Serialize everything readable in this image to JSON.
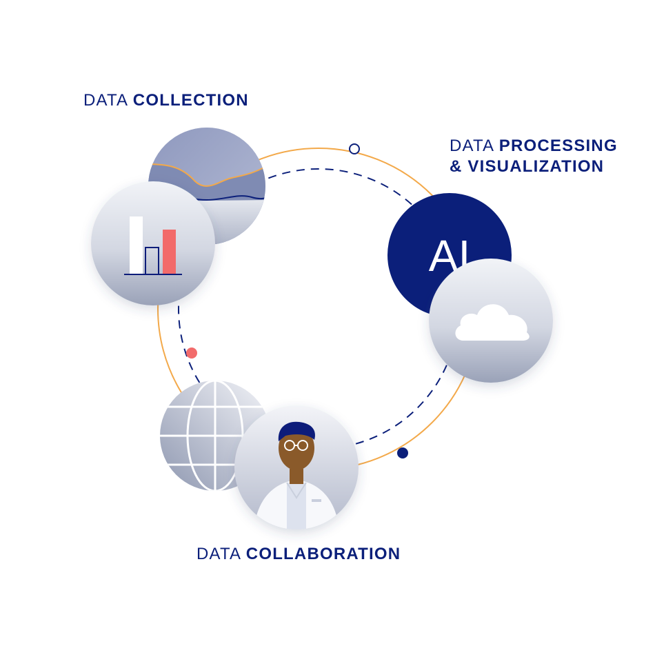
{
  "colors": {
    "navy": "#0b1f7a",
    "orange": "#f3a94a",
    "coral": "#f26b6b",
    "grey_light": "#eef0f4",
    "grey_dark": "#9aa2b8",
    "globe_dark": "#8e97b0",
    "wave_fill": "#7f8bb3",
    "skin": "#8a5a2b",
    "coat": "#f7f8fb"
  },
  "labels": {
    "collection": {
      "light": "DATA ",
      "bold": "COLLECTION"
    },
    "processing": {
      "light": "DATA ",
      "bold_1": "PROCESSING",
      "line_2": "& VISUALIZATION"
    },
    "collaboration": {
      "light": "DATA ",
      "bold": "COLLABORATION"
    }
  },
  "nodes": {
    "ai_text": "AI"
  },
  "icons": {
    "collection": [
      "wave-chart-icon",
      "bar-chart-icon"
    ],
    "processing": [
      "ai-badge-icon",
      "cloud-icon"
    ],
    "collaboration": [
      "globe-icon",
      "scientist-avatar-icon"
    ]
  }
}
